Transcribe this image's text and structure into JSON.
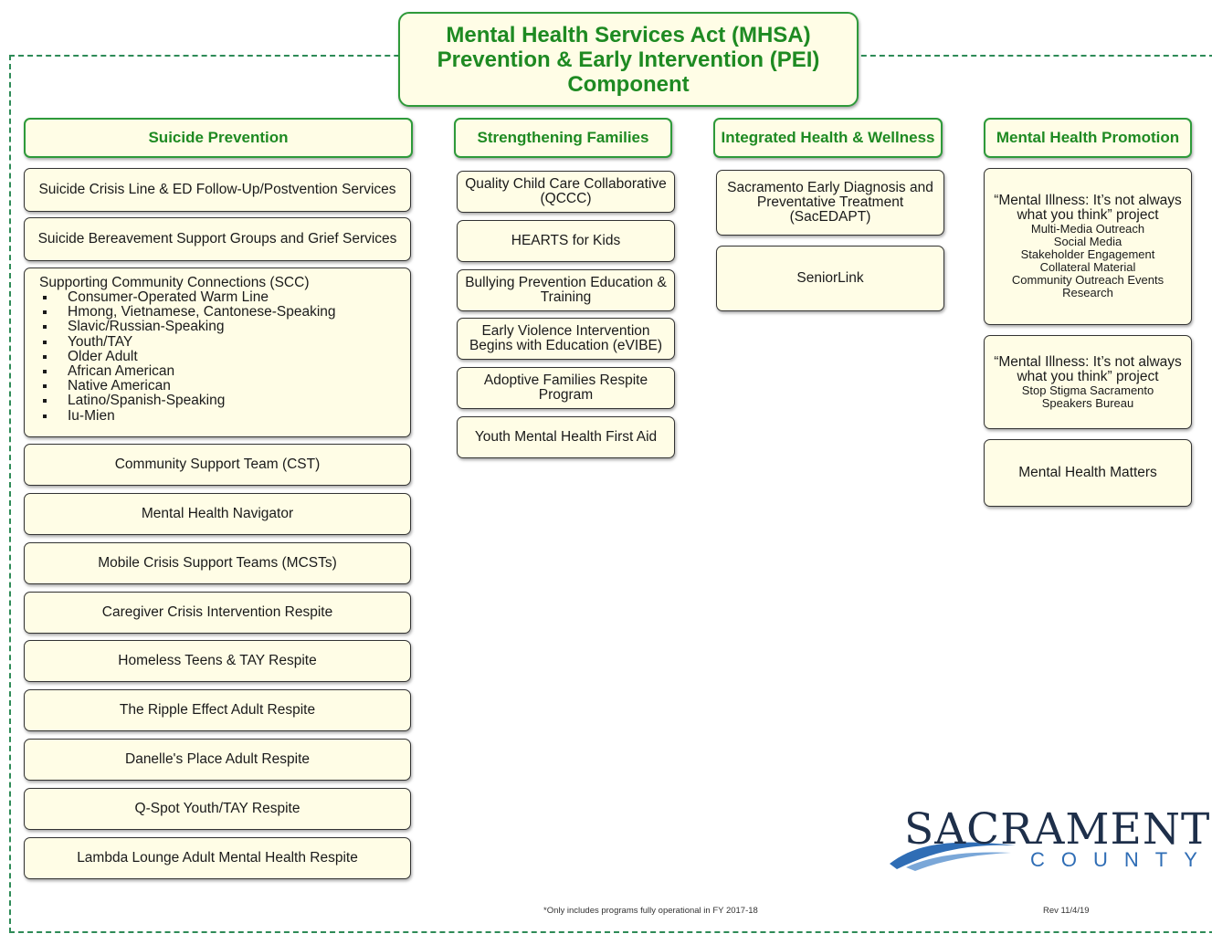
{
  "title": {
    "line1": "Mental Health Services Act (MHSA)",
    "line2": "Prevention & Early Intervention (PEI)",
    "line3": "Component"
  },
  "columns": {
    "suicide_prevention": {
      "header": "Suicide Prevention",
      "items": [
        "Suicide Crisis Line & ED Follow-Up/Postvention Services",
        "Suicide Bereavement Support Groups and Grief Services"
      ],
      "scc": {
        "title": "Supporting Community Connections (SCC)",
        "bullets": [
          "Consumer-Operated Warm Line",
          "Hmong, Vietnamese, Cantonese-Speaking",
          "Slavic/Russian-Speaking",
          "Youth/TAY",
          "Older Adult",
          "African American",
          "Native American",
          "Latino/Spanish-Speaking",
          "Iu-Mien"
        ]
      },
      "more_items": [
        "Community Support Team (CST)",
        "Mental Health Navigator",
        "Mobile Crisis Support Teams (MCSTs)",
        "Caregiver Crisis Intervention Respite",
        "Homeless Teens & TAY Respite",
        "The Ripple Effect Adult Respite",
        "Danelle's Place Adult Respite",
        "Q-Spot Youth/TAY Respite",
        "Lambda Lounge Adult Mental Health Respite"
      ]
    },
    "strengthening_families": {
      "header": "Strengthening Families",
      "items": [
        {
          "l1": "Quality Child Care Collaborative",
          "l2": "(QCCC)"
        },
        {
          "l1": "HEARTS for Kids",
          "l2": ""
        },
        {
          "l1": "Bullying Prevention Education &",
          "l2": "Training"
        },
        {
          "l1": "Early Violence Intervention",
          "l2": "Begins with Education (eVIBE)"
        },
        {
          "l1": "Adoptive Families Respite",
          "l2": "Program"
        },
        {
          "l1": "Youth Mental Health First Aid",
          "l2": ""
        }
      ]
    },
    "integrated_health": {
      "header": "Integrated Health & Wellness",
      "items": [
        {
          "l1": "Sacramento Early Diagnosis and",
          "l2": "Preventative Treatment",
          "l3": "(SacEDAPT)"
        },
        {
          "l1": "SeniorLink",
          "l2": "",
          "l3": ""
        }
      ]
    },
    "mental_health_promotion": {
      "header": "Mental Health Promotion",
      "box1": {
        "q1": "“Mental Illness: It’s not always",
        "q2": "what you think” project",
        "lines": [
          "Multi-Media Outreach",
          "Social Media",
          "Stakeholder Engagement",
          "Collateral Material",
          "Community Outreach Events",
          "Research"
        ]
      },
      "box2": {
        "q1": "“Mental Illness: It’s not always",
        "q2": "what you think” project",
        "lines": [
          "Stop Stigma Sacramento",
          "Speakers Bureau"
        ]
      },
      "box3": "Mental Health Matters"
    }
  },
  "footnote": "*Only includes programs fully operational in FY 2017-18",
  "rev": "Rev 11/4/19",
  "logo": {
    "main": "SACRAMENTO",
    "sub": "COUNTY"
  }
}
